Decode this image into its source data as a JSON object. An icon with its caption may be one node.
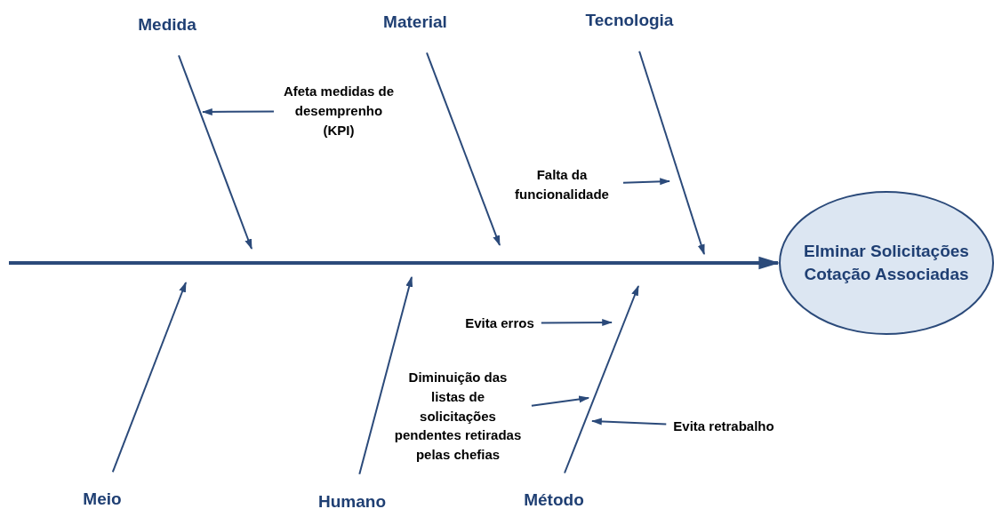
{
  "diagram": {
    "nodes": [
      {
        "text": [
          "Medida"
        ]
      },
      {
        "text": [
          "Material"
        ]
      },
      {
        "text": [
          "Tecnologia"
        ]
      },
      {
        "text": [
          "Afeta medidas de desemprenho (KPI)"
        ]
      },
      {
        "text": [
          "Falta da funcionalidade"
        ]
      },
      {
        "text": [
          "Elminar Solicitações Cotação Associadas"
        ]
      },
      {
        "text": [
          "Evita erros"
        ]
      },
      {
        "text": [
          "Diminuição das listas de solicitações pendentes retiradas pelas chefias"
        ]
      },
      {
        "text": [
          "Evita retrabalho"
        ]
      },
      {
        "text": [
          "Meio"
        ]
      },
      {
        "text": [
          "Humano"
        ]
      },
      {
        "text": [
          "Método"
        ]
      }
    ],
    "edges": [
      {
        "from": null,
        "to": 5,
        "arrow": "to",
        "style": "thick"
      },
      {
        "from": 0,
        "to": null,
        "arrow": "to"
      },
      {
        "from": 1,
        "to": null,
        "arrow": "to"
      },
      {
        "from": 2,
        "to": null,
        "arrow": "to"
      },
      {
        "from": 9,
        "to": null,
        "arrow": "to"
      },
      {
        "from": 10,
        "to": null,
        "arrow": "to"
      },
      {
        "from": 11,
        "to": null,
        "arrow": "to"
      },
      {
        "from": 3,
        "to": null,
        "arrow": "to"
      },
      {
        "from": 4,
        "to": null,
        "arrow": "to"
      },
      {
        "from": 6,
        "to": null,
        "arrow": "to"
      },
      {
        "from": 7,
        "to": null,
        "arrow": "to"
      },
      {
        "from": 8,
        "to": null,
        "arrow": "to"
      }
    ]
  }
}
